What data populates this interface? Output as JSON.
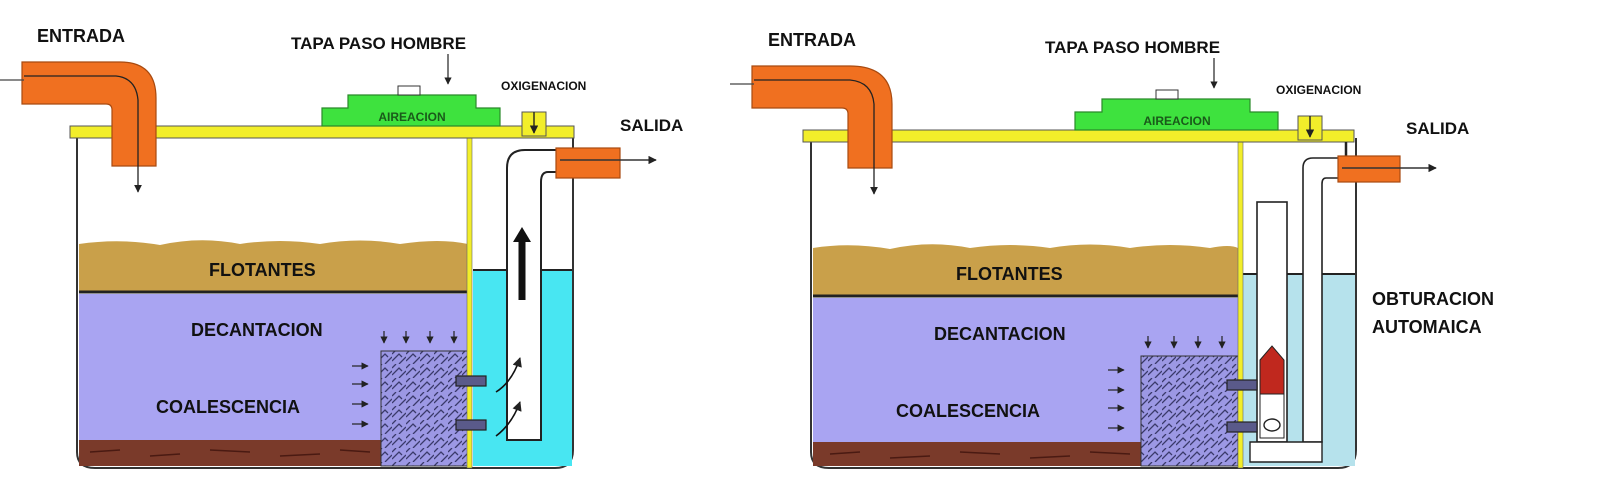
{
  "diagrams": [
    {
      "labels": {
        "entrada": "ENTRADA",
        "tapa": "TAPA PASO HOMBRE",
        "aireacion": "AIREACION",
        "oxigenacion": "OXIGENACION",
        "salida": "SALIDA",
        "flotantes": "FLOTANTES",
        "decantacion": "DECANTACION",
        "coalescencia": "COALESCENCIA"
      }
    },
    {
      "labels": {
        "entrada": "ENTRADA",
        "tapa": "TAPA PASO HOMBRE",
        "aireacion": "AIREACION",
        "oxigenacion": "OXIGENACION",
        "salida": "SALIDA",
        "flotantes": "FLOTANTES",
        "decantacion": "DECANTACION",
        "coalescencia": "COALESCENCIA",
        "obturacion_1": "OBTURACION",
        "obturacion_2": "AUTOMAICA"
      }
    }
  ],
  "colors": {
    "pipe": "#f07020",
    "lid": "#f2ee2a",
    "aeration": "#3ee23e",
    "floats": "#c9a04a",
    "decant": "#a9a4f2",
    "sludge": "#7a3a2a",
    "clean_water_1": "#48e6f2",
    "clean_water_2": "#b6e2ec",
    "valve": "#c0281e"
  }
}
